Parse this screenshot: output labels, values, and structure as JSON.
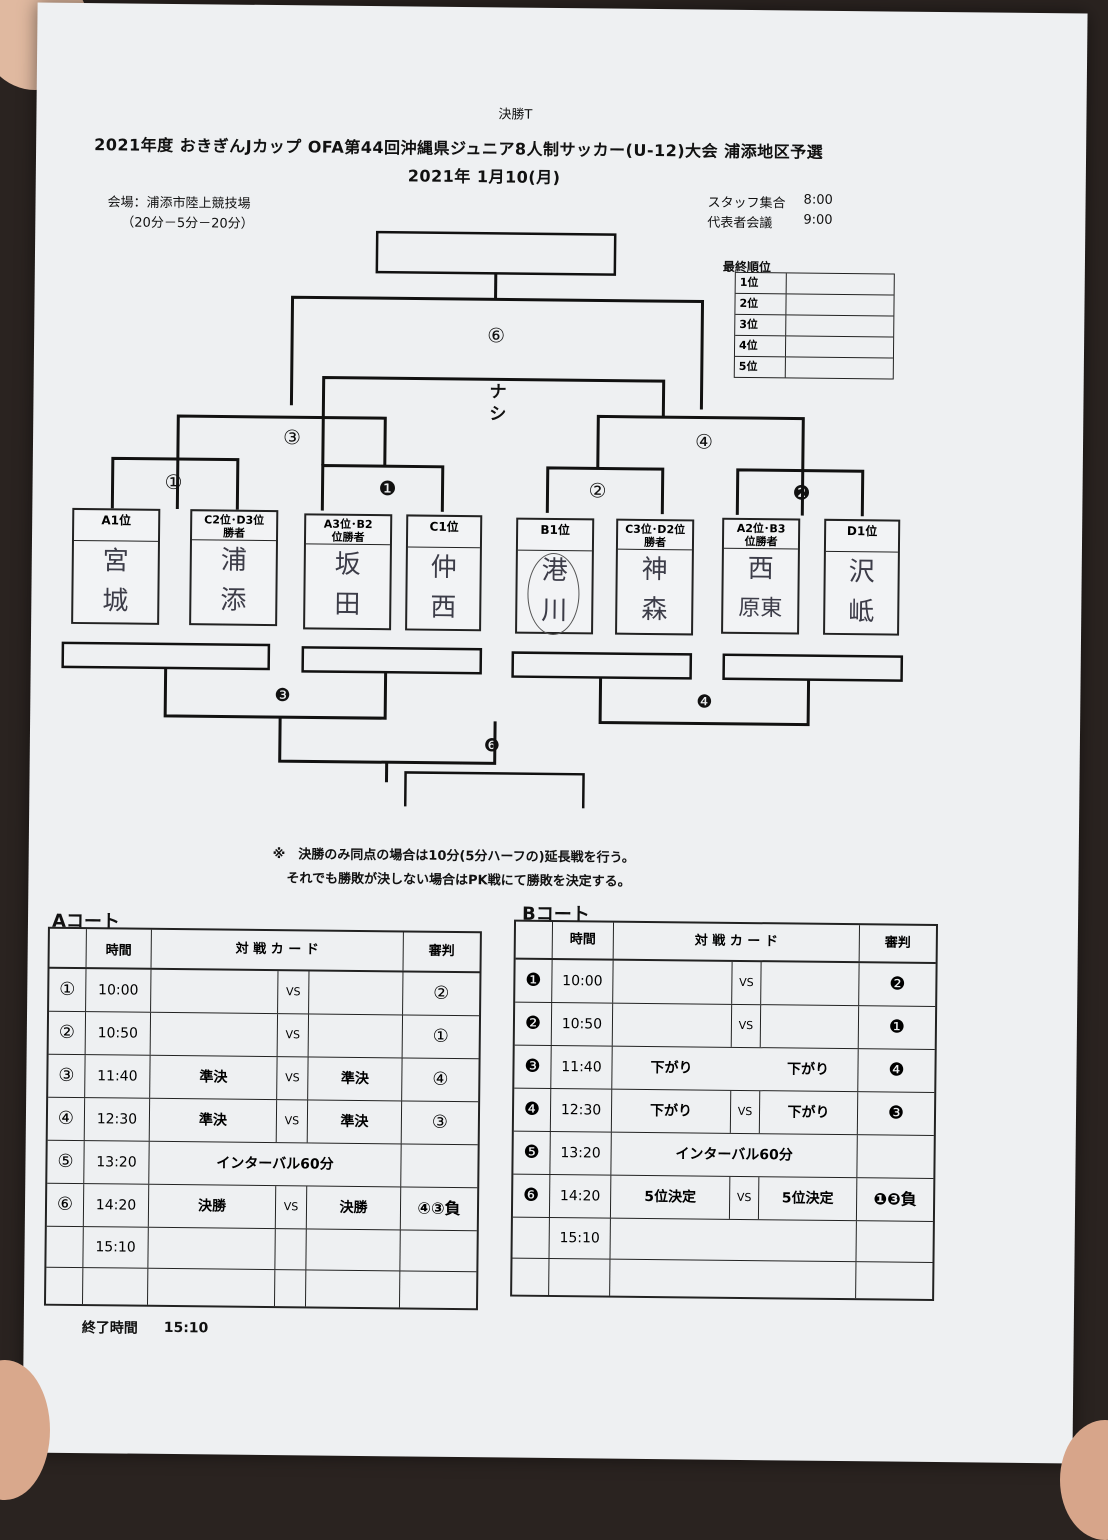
{
  "header": {
    "doc_label": "決勝T",
    "title": "2021年度 おきぎんJカップ OFA第44回沖縄県ジュニア8人制サッカー(U-12)大会 浦添地区予選",
    "date": "2021年 1月10(月)",
    "venue": "会場：浦添市陸上競技場",
    "format": "（20分－5分－20分）",
    "staff_label": "スタッフ集合",
    "staff_time": "8:00",
    "rep_label": "代表者会議",
    "rep_time": "9:00"
  },
  "ranking": {
    "title": "最終順位",
    "rows": [
      "1位",
      "2位",
      "3位",
      "4位",
      "5位"
    ]
  },
  "bracket": {
    "final_num": "⑥",
    "nashi": "ナ\nシ",
    "semi_left": "③",
    "semi_right": "④",
    "r1": [
      "①",
      "❶",
      "②",
      "❷"
    ],
    "lower_left": "❸",
    "lower_right": "❹",
    "lower_final": "❻",
    "slots": [
      {
        "label": "A1位",
        "hand1": "宮",
        "hand2": "城"
      },
      {
        "label": "C2位･D3位\n勝者",
        "hand1": "浦",
        "hand2": "添"
      },
      {
        "label": "A3位･B2\n位勝者",
        "hand1": "坂",
        "hand2": "田"
      },
      {
        "label": "C1位",
        "hand1": "仲",
        "hand2": "西"
      },
      {
        "label": "B1位",
        "hand1": "港",
        "hand2": "川"
      },
      {
        "label": "C3位･D2位\n勝者",
        "hand1": "神",
        "hand2": "森"
      },
      {
        "label": "A2位･B3\n位勝者",
        "hand1": "西",
        "hand2": "原東"
      },
      {
        "label": "D1位",
        "hand1": "沢",
        "hand2": "岻"
      }
    ]
  },
  "notes": {
    "line1": "※　決勝のみ同点の場合は10分(5分ハーフの)延長戦を行う。",
    "line2": "それでも勝敗が決しない場合はPK戦にて勝敗を決定する。"
  },
  "court_a": {
    "title": "Aコート",
    "headers": {
      "time": "時間",
      "card": "対 戦 カ ー ド",
      "ref": "審判"
    },
    "vs": "VS",
    "rows": [
      {
        "num": "①",
        "time": "10:00",
        "left": "",
        "right": "",
        "ref": "②",
        "vs": true
      },
      {
        "num": "②",
        "time": "10:50",
        "left": "",
        "right": "",
        "ref": "①",
        "vs": true
      },
      {
        "num": "③",
        "time": "11:40",
        "left": "準決",
        "right": "準決",
        "ref": "④",
        "vs": true
      },
      {
        "num": "④",
        "time": "12:30",
        "left": "準決",
        "right": "準決",
        "ref": "③",
        "vs": true
      },
      {
        "num": "⑤",
        "time": "13:20",
        "interval": "インターバル60分",
        "ref": ""
      },
      {
        "num": "⑥",
        "time": "14:20",
        "left": "決勝",
        "right": "決勝",
        "ref": "④③負",
        "vs": true
      },
      {
        "num": "",
        "time": "15:10",
        "left": "",
        "right": "",
        "ref": ""
      },
      {
        "num": "",
        "time": "",
        "left": "",
        "right": "",
        "ref": ""
      }
    ],
    "end_label": "終了時間",
    "end_time": "15:10"
  },
  "court_b": {
    "title": "Bコート",
    "headers": {
      "time": "時間",
      "card": "対 戦 カ ー ド",
      "ref": "審判"
    },
    "vs": "VS",
    "rows": [
      {
        "num": "❶",
        "time": "10:00",
        "left": "",
        "right": "",
        "ref": "❷",
        "vs": true
      },
      {
        "num": "❷",
        "time": "10:50",
        "left": "",
        "right": "",
        "ref": "❶",
        "vs": true
      },
      {
        "num": "❸",
        "time": "11:40",
        "left": "下がり",
        "right": "下がり",
        "ref": "❹",
        "vs": false
      },
      {
        "num": "❹",
        "time": "12:30",
        "left": "下がり",
        "right": "下がり",
        "ref": "❸",
        "vs": true
      },
      {
        "num": "❺",
        "time": "13:20",
        "interval": "インターバル60分",
        "ref": ""
      },
      {
        "num": "❻",
        "time": "14:20",
        "left": "5位決定",
        "right": "5位決定",
        "ref": "❶❸負",
        "vs": true
      },
      {
        "num": "",
        "time": "15:10",
        "left": "",
        "right": "",
        "ref": ""
      },
      {
        "num": "",
        "time": "",
        "left": "",
        "right": "",
        "ref": ""
      }
    ]
  }
}
